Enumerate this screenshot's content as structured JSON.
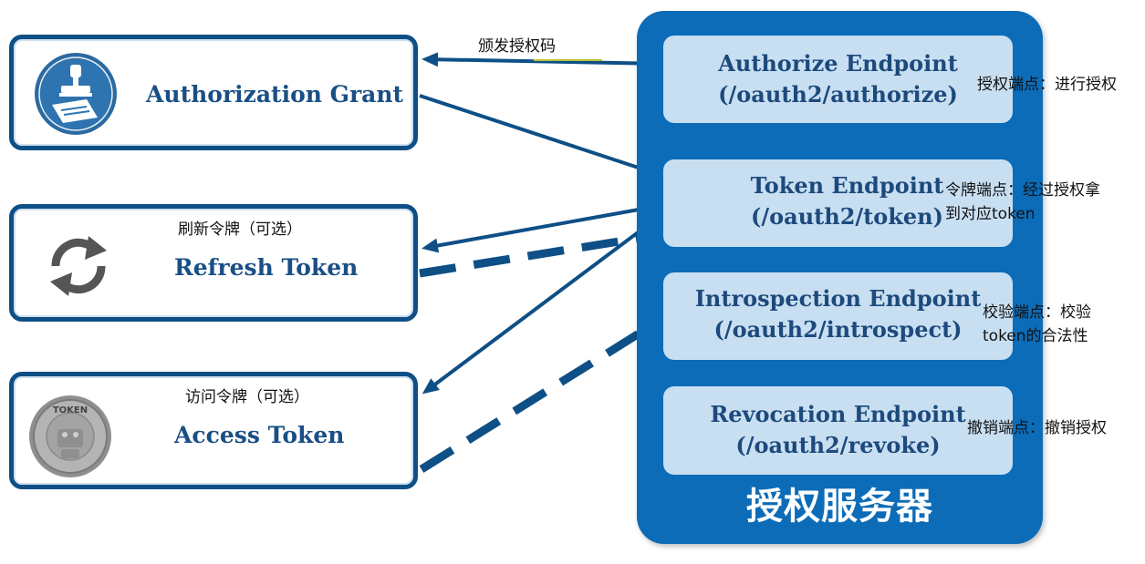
{
  "clients": {
    "authorization_grant": {
      "title": "Authorization Grant"
    },
    "refresh_token": {
      "title": "Refresh Token",
      "caption": "刷新令牌（可选）"
    },
    "access_token": {
      "title": "Access Token",
      "caption": "访问令牌（可选）",
      "coin_text": "TOKEN"
    }
  },
  "arrow_labels": {
    "issue_code": "颁发授权码"
  },
  "server": {
    "title": "授权服务器",
    "endpoints": [
      {
        "name": "Authorize Endpoint",
        "path": "(/oauth2/authorize)",
        "note_lines": [
          "授权端点：进行授权"
        ]
      },
      {
        "name": "Token Endpoint",
        "path": "(/oauth2/token)",
        "note_lines": [
          "令牌端点：经过授权拿",
          "到对应token"
        ]
      },
      {
        "name": "Introspection Endpoint",
        "path": "(/oauth2/introspect)",
        "note_lines": [
          "校验端点：校验",
          "token的合法性"
        ]
      },
      {
        "name": "Revocation Endpoint",
        "path": "(/oauth2/revoke)",
        "note_lines": [
          "撤销端点：撤销授权"
        ]
      }
    ]
  },
  "colors": {
    "primary": "#0e4f86",
    "server_bg": "#0c6cb8",
    "endpoint_bg": "#c8dff2",
    "title_text": "#1a4f85"
  }
}
